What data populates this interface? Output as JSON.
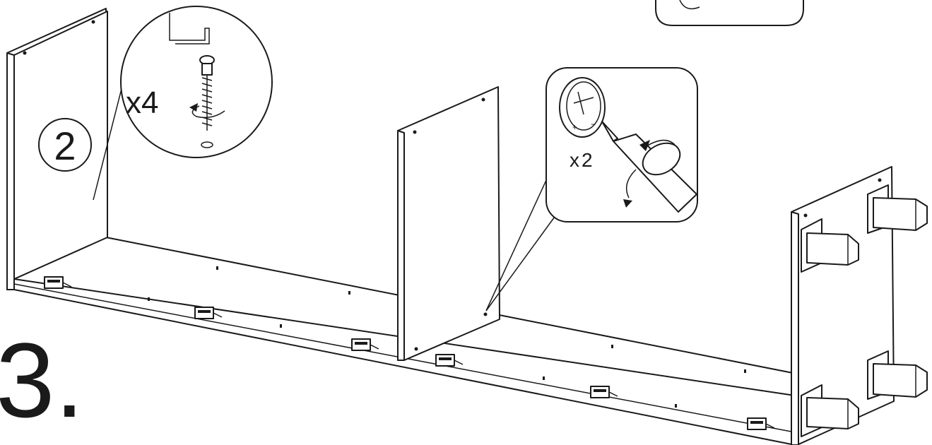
{
  "step": {
    "number": "3."
  },
  "detail_screw": {
    "quantity": "x4"
  },
  "detail_camlock": {
    "quantity": "x2",
    "plus_sign": "+",
    "minus_sign": "−"
  },
  "part_callout": {
    "id": "2"
  },
  "colors": {
    "line": "#1a1a1a",
    "background": "#ffffff"
  },
  "icons": [
    "allen-key-icon",
    "screw-icon",
    "rotate-arrow-icon",
    "cam-lock-icon",
    "screwdriver-icon",
    "rotate-arrow-icon"
  ]
}
